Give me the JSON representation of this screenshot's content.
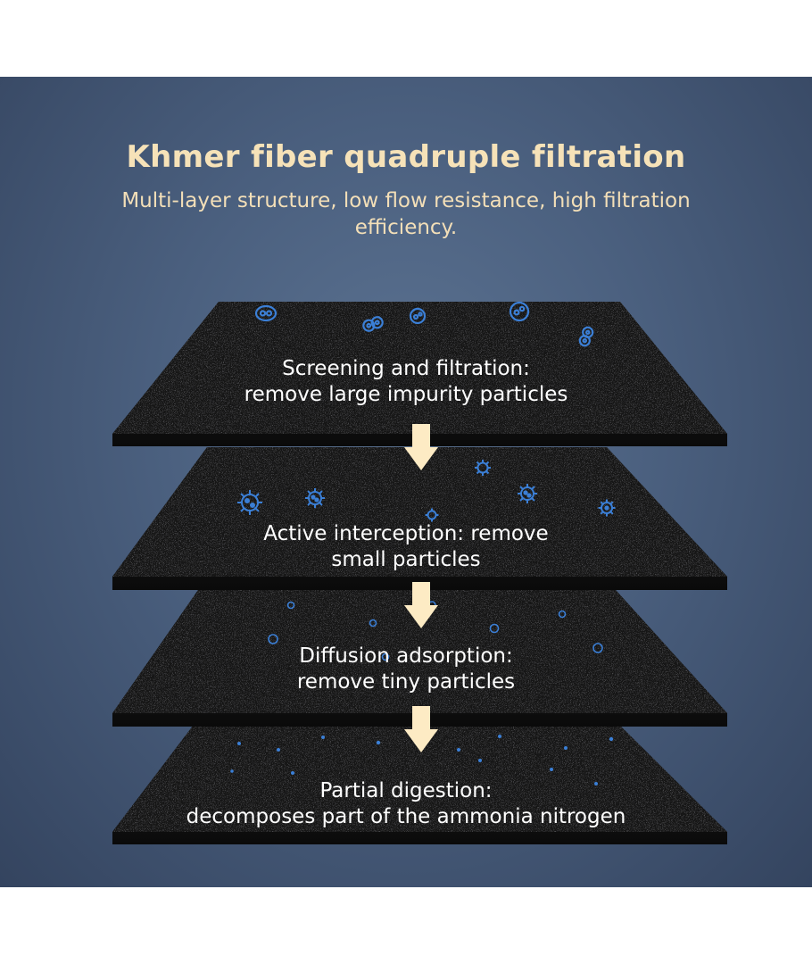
{
  "header": {
    "title": "Khmer fiber quadruple filtration",
    "subtitle": "Multi-layer structure, low flow resistance, high filtration efficiency."
  },
  "layers": [
    {
      "label_line1": "Screening and filtration:",
      "label_line2": "remove large impurity particles",
      "particle_icon": "large-particle-icon"
    },
    {
      "label_line1": "Active interception: remove",
      "label_line2": "small particles",
      "particle_icon": "germ-icon"
    },
    {
      "label_line1": "Diffusion adsorption:",
      "label_line2": "remove tiny particles",
      "particle_icon": "tiny-germ-icon"
    },
    {
      "label_line1": "Partial digestion:",
      "label_line2": "decomposes part of the ammonia nitrogen",
      "particle_icon": "dot-icon"
    }
  ],
  "colors": {
    "background": "#4a5f7e",
    "title": "#f6e2b8",
    "arrow": "#fdebc4",
    "particles": "#3b7fd6",
    "layer": "#151515"
  },
  "arrow_icon": "down-arrow-icon"
}
